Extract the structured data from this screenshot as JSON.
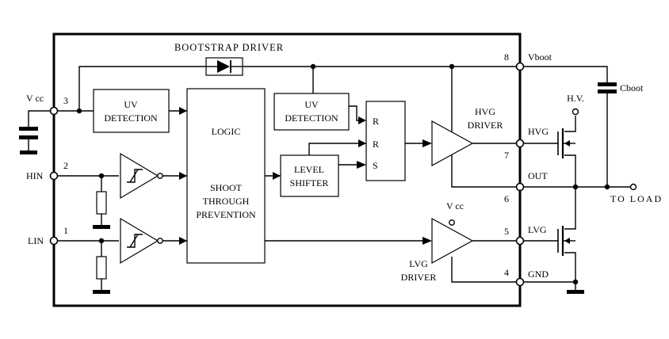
{
  "blocks": {
    "bootstrap_driver": "BOOTSTRAP DRIVER",
    "uv_detection_vcc": [
      "UV",
      "DETECTION"
    ],
    "logic": "LOGIC",
    "shoot_through": [
      "SHOOT",
      "THROUGH",
      "PREVENTION"
    ],
    "uv_detection_boot": [
      "UV",
      "DETECTION"
    ],
    "level_shifter": [
      "LEVEL",
      "SHIFTER"
    ],
    "latch_inputs": [
      "R",
      "R",
      "S"
    ],
    "hvg_driver": [
      "HVG",
      "DRIVER"
    ],
    "lvg_driver": [
      "LVG",
      "DRIVER"
    ]
  },
  "pins": [
    {
      "number": "8",
      "label": "Vboot"
    },
    {
      "number": "3",
      "label": "V cc"
    },
    {
      "number": "7",
      "label": "HVG"
    },
    {
      "number": "2",
      "label": "HIN"
    },
    {
      "number": "6",
      "label": "OUT"
    },
    {
      "number": "1",
      "label": "LIN"
    },
    {
      "number": "5",
      "label": "LVG"
    },
    {
      "number": "4",
      "label": "GND"
    }
  ],
  "external": {
    "cboot": "Cboot",
    "hv": "H.V.",
    "to_load": "TO LOAD",
    "vcc_internal": "V cc"
  }
}
